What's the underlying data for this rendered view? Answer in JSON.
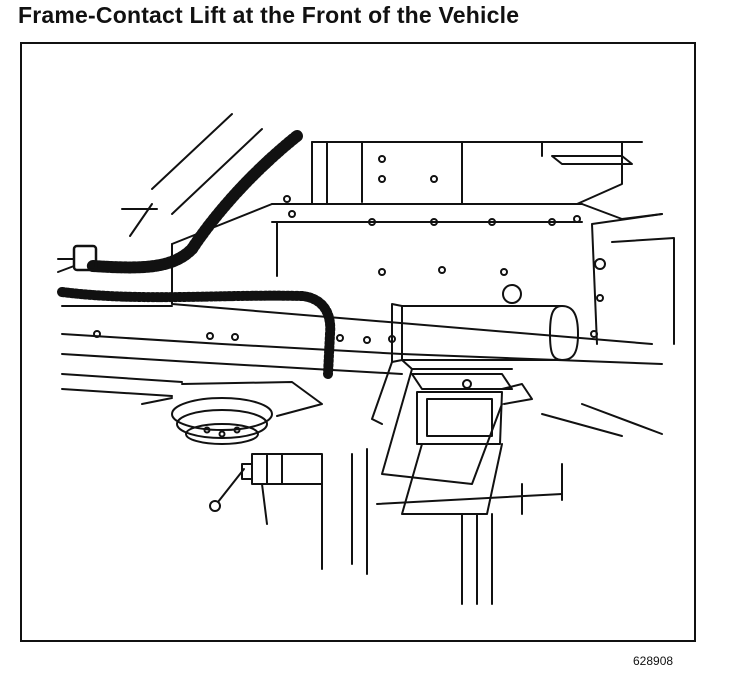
{
  "title": "Frame-Contact Lift at the Front of the Vehicle",
  "figure_id": "628908",
  "illustration": {
    "parts": [
      "frame-rail",
      "wiring-harness",
      "lift-pad",
      "crossmember",
      "spring-seat",
      "lift-post"
    ]
  }
}
